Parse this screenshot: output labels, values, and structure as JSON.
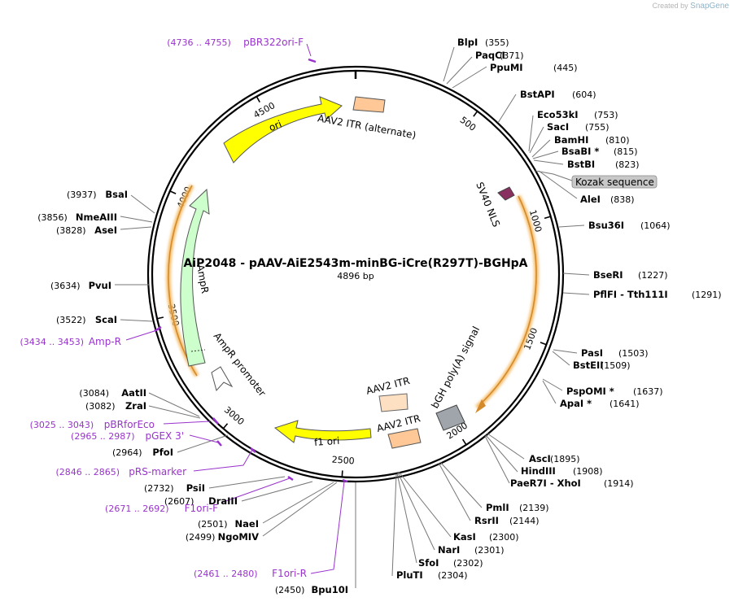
{
  "title": "AiP2048 - pAAV-AiE2543m-minBG-iCre(R297T)-BGHpA",
  "length": "4896 bp",
  "watermark": {
    "prefix": "Created by",
    "brand": "SnapGene"
  },
  "ticks": [
    "500",
    "1000",
    "1500",
    "2000",
    "2500",
    "3000",
    "3500",
    "4000",
    "4500"
  ],
  "features": [
    {
      "name": "AAV2 ITR (alternate)"
    },
    {
      "name": "ori"
    },
    {
      "name": "SV40 NLS"
    },
    {
      "name": "Kozak sequence"
    },
    {
      "name": "bGH poly(A) signal"
    },
    {
      "name": "AAV2 ITR"
    },
    {
      "name": "AAV2 ITR"
    },
    {
      "name": "f1 ori"
    },
    {
      "name": "AmpR promoter"
    },
    {
      "name": "AmpR"
    }
  ],
  "right_sites": [
    {
      "name": "BlpI",
      "pos": "(355)"
    },
    {
      "name": "PaqCI",
      "pos": "(371)"
    },
    {
      "name": "PpuMI",
      "pos": "(445)"
    },
    {
      "name": "BstAPI",
      "pos": "(604)"
    },
    {
      "name": "Eco53kI",
      "pos": "(753)"
    },
    {
      "name": "SacI",
      "pos": "(755)"
    },
    {
      "name": "BamHI",
      "pos": "(810)"
    },
    {
      "name": "BsaBI *",
      "pos": "(815)"
    },
    {
      "name": "BstBI",
      "pos": "(823)"
    },
    {
      "name": "AleI",
      "pos": "(838)"
    },
    {
      "name": "Bsu36I",
      "pos": "(1064)"
    },
    {
      "name": "BseRI",
      "pos": "(1227)"
    },
    {
      "name": "PflFI  -  Tth111I",
      "pos": "(1291)"
    },
    {
      "name": "PasI",
      "pos": "(1503)"
    },
    {
      "name": "BstEII",
      "pos": "(1509)"
    },
    {
      "name": "PspOMI *",
      "pos": "(1637)"
    },
    {
      "name": "ApaI *",
      "pos": "(1641)"
    },
    {
      "name": "AscI",
      "pos": "(1895)"
    },
    {
      "name": "HindIII",
      "pos": "(1908)"
    },
    {
      "name": "PaeR7I  -  XhoI",
      "pos": "(1914)"
    },
    {
      "name": "PmlI",
      "pos": "(2139)"
    },
    {
      "name": "RsrII",
      "pos": "(2144)"
    },
    {
      "name": "KasI",
      "pos": "(2300)"
    },
    {
      "name": "NarI",
      "pos": "(2301)"
    },
    {
      "name": "SfoI",
      "pos": "(2302)"
    },
    {
      "name": "PluTI",
      "pos": "(2304)"
    }
  ],
  "left_sites": [
    {
      "name": "BsaI",
      "pos": "(3937)"
    },
    {
      "name": "NmeAIII",
      "pos": "(3856)"
    },
    {
      "name": "AseI",
      "pos": "(3828)"
    },
    {
      "name": "PvuI",
      "pos": "(3634)"
    },
    {
      "name": "ScaI",
      "pos": "(3522)"
    },
    {
      "name": "AatII",
      "pos": "(3084)"
    },
    {
      "name": "ZraI",
      "pos": "(3082)"
    },
    {
      "name": "PfoI",
      "pos": "(2964)"
    },
    {
      "name": "PsiI",
      "pos": "(2732)"
    },
    {
      "name": "DraIII",
      "pos": "(2607)"
    },
    {
      "name": "NaeI",
      "pos": "(2501)"
    },
    {
      "name": "NgoMIV",
      "pos": "(2499)"
    },
    {
      "name": "Bpu10I",
      "pos": "(2450)"
    }
  ],
  "primers": [
    {
      "range": "(4736 .. 4755)",
      "name": "pBR322ori-F"
    },
    {
      "range": "(3434 .. 3453)",
      "name": "Amp-R"
    },
    {
      "range": "(3025 .. 3043)",
      "name": "pBRforEco"
    },
    {
      "range": "(2965 .. 2987)",
      "name": "pGEX 3'"
    },
    {
      "range": "(2846 .. 2865)",
      "name": "pRS-marker"
    },
    {
      "range": "(2671 .. 2692)",
      "name": "F1ori-F"
    },
    {
      "range": "(2461 .. 2480)",
      "name": "F1ori-R"
    }
  ],
  "colors": {
    "ori": "#ffff00",
    "itr": "#ffc896",
    "itr_light": "#fde0c2",
    "ampr": "#ccffcc",
    "cds_outline": "#e8b060",
    "primer": "#9933cc",
    "polyA": "#a0a5ab",
    "nls": "#8a3060",
    "kozak": "#c8c8c8"
  }
}
